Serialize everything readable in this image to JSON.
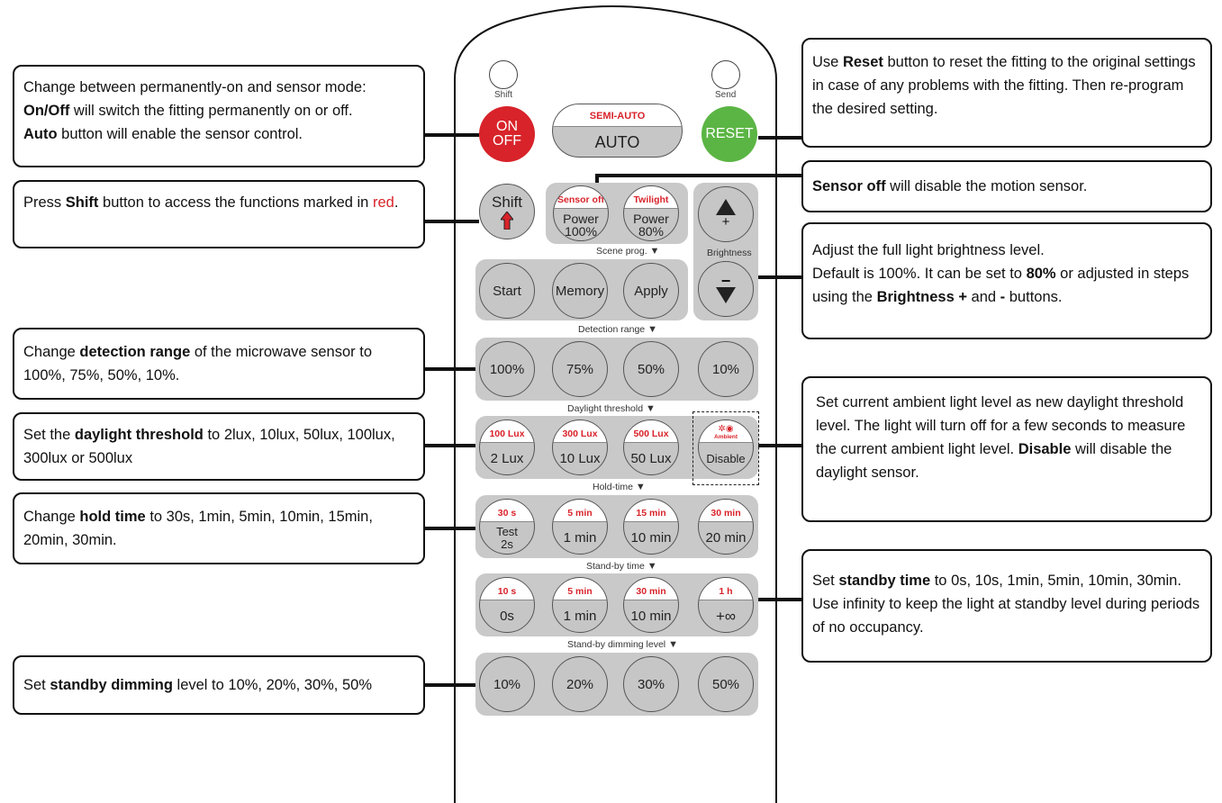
{
  "remote": {
    "shift_small_label": "Shift",
    "send_small_label": "Send",
    "on_off_label": "ON\nOFF",
    "semi_auto_label": "SEMI-AUTO",
    "auto_label": "AUTO",
    "reset_label": "RESET",
    "shift_button_label": "Shift",
    "sensor_off_label": "Sensor off",
    "power100_label": "Power\n100%",
    "twilight_label": "Twilight",
    "power80_label": "Power\n80%",
    "brightness_label": "Brightness",
    "plus_label": "+",
    "minus_label": "−",
    "scene_prog_label": "Scene prog.",
    "scene_buttons": [
      "Start",
      "Memory",
      "Apply"
    ],
    "detection_range_label": "Detection range",
    "detection_buttons": [
      "100%",
      "75%",
      "50%",
      "10%"
    ],
    "daylight_threshold_label": "Daylight threshold",
    "daylight_buttons": [
      {
        "top": "100 Lux",
        "bottom": "2 Lux"
      },
      {
        "top": "300 Lux",
        "bottom": "10 Lux"
      },
      {
        "top": "500 Lux",
        "bottom": "50 Lux"
      }
    ],
    "ambient_label": "Ambient",
    "disable_label": "Disable",
    "hold_time_label": "Hold-time",
    "hold_buttons": [
      {
        "top": "30 s",
        "bottom": "Test\n2s"
      },
      {
        "top": "5 min",
        "bottom": "1 min"
      },
      {
        "top": "15 min",
        "bottom": "10 min"
      },
      {
        "top": "30 min",
        "bottom": "20 min"
      }
    ],
    "standby_time_label": "Stand-by time",
    "standby_buttons": [
      {
        "top": "10 s",
        "bottom": "0s"
      },
      {
        "top": "5 min",
        "bottom": "1 min"
      },
      {
        "top": "30 min",
        "bottom": "10 min"
      },
      {
        "top": "1 h",
        "bottom": "+∞"
      }
    ],
    "dimming_level_label": "Stand-by dimming level",
    "dimming_buttons": [
      "10%",
      "20%",
      "30%",
      "50%"
    ],
    "triangle": "▼"
  },
  "callouts": {
    "onoff": {
      "line1": "Change between permanently-on and sensor mode:",
      "b1": "On/Off",
      "line2": " will switch the fitting permanently on or off.",
      "b2": "Auto",
      "line3": " button will enable the sensor control."
    },
    "shift": {
      "pre": "Press ",
      "b": "Shift",
      "post": " button to access the functions marked in ",
      "red": "red",
      "end": "."
    },
    "detection": {
      "pre": "Change ",
      "b": "detection range",
      "post": " of the microwave sensor to 100%, 75%, 50%, 10%."
    },
    "daylight": {
      "pre": "Set the ",
      "b": "daylight threshold",
      "post": " to 2lux, 10lux, 50lux, 100lux, 300lux or 500lux"
    },
    "hold": {
      "pre": "Change ",
      "b": "hold time",
      "post": " to 30s, 1min, 5min, 10min, 15min, 20min, 30min."
    },
    "dimming": {
      "pre": "Set ",
      "b": "standby dimming",
      "post": " level to 10%, 20%, 30%, 50%"
    },
    "reset": {
      "pre": "Use ",
      "b": "Reset",
      "post": " button to reset the fitting to the original settings in case of any problems with the fitting. Then re-program the desired setting."
    },
    "sensor_off": {
      "b": "Sensor off",
      "post": " will disable the motion sensor."
    },
    "brightness": {
      "line1": "Adjust the full light brightness level.",
      "pre": "Default is 100%. It can be set to ",
      "b1": "80%",
      "mid": " or adjusted in steps using the ",
      "b2": "Brightness +",
      "and": " and ",
      "b3": "-",
      "end": " buttons."
    },
    "ambient": {
      "text": "Set current ambient light level as new daylight threshold level. The light will turn off for a few seconds to measure the current ambient light level. ",
      "b": "Disable",
      "post": " will disable the daylight sensor."
    },
    "standby": {
      "pre": "Set ",
      "b": "standby time",
      "post": " to 0s, 10s, 1min, 5min, 10min, 30min. Use infinity     to keep the light at standby level during periods of no occupancy."
    }
  },
  "colors": {
    "red": "#d8232a",
    "green": "#5bb544",
    "panel_gray": "#c9c9c9"
  }
}
